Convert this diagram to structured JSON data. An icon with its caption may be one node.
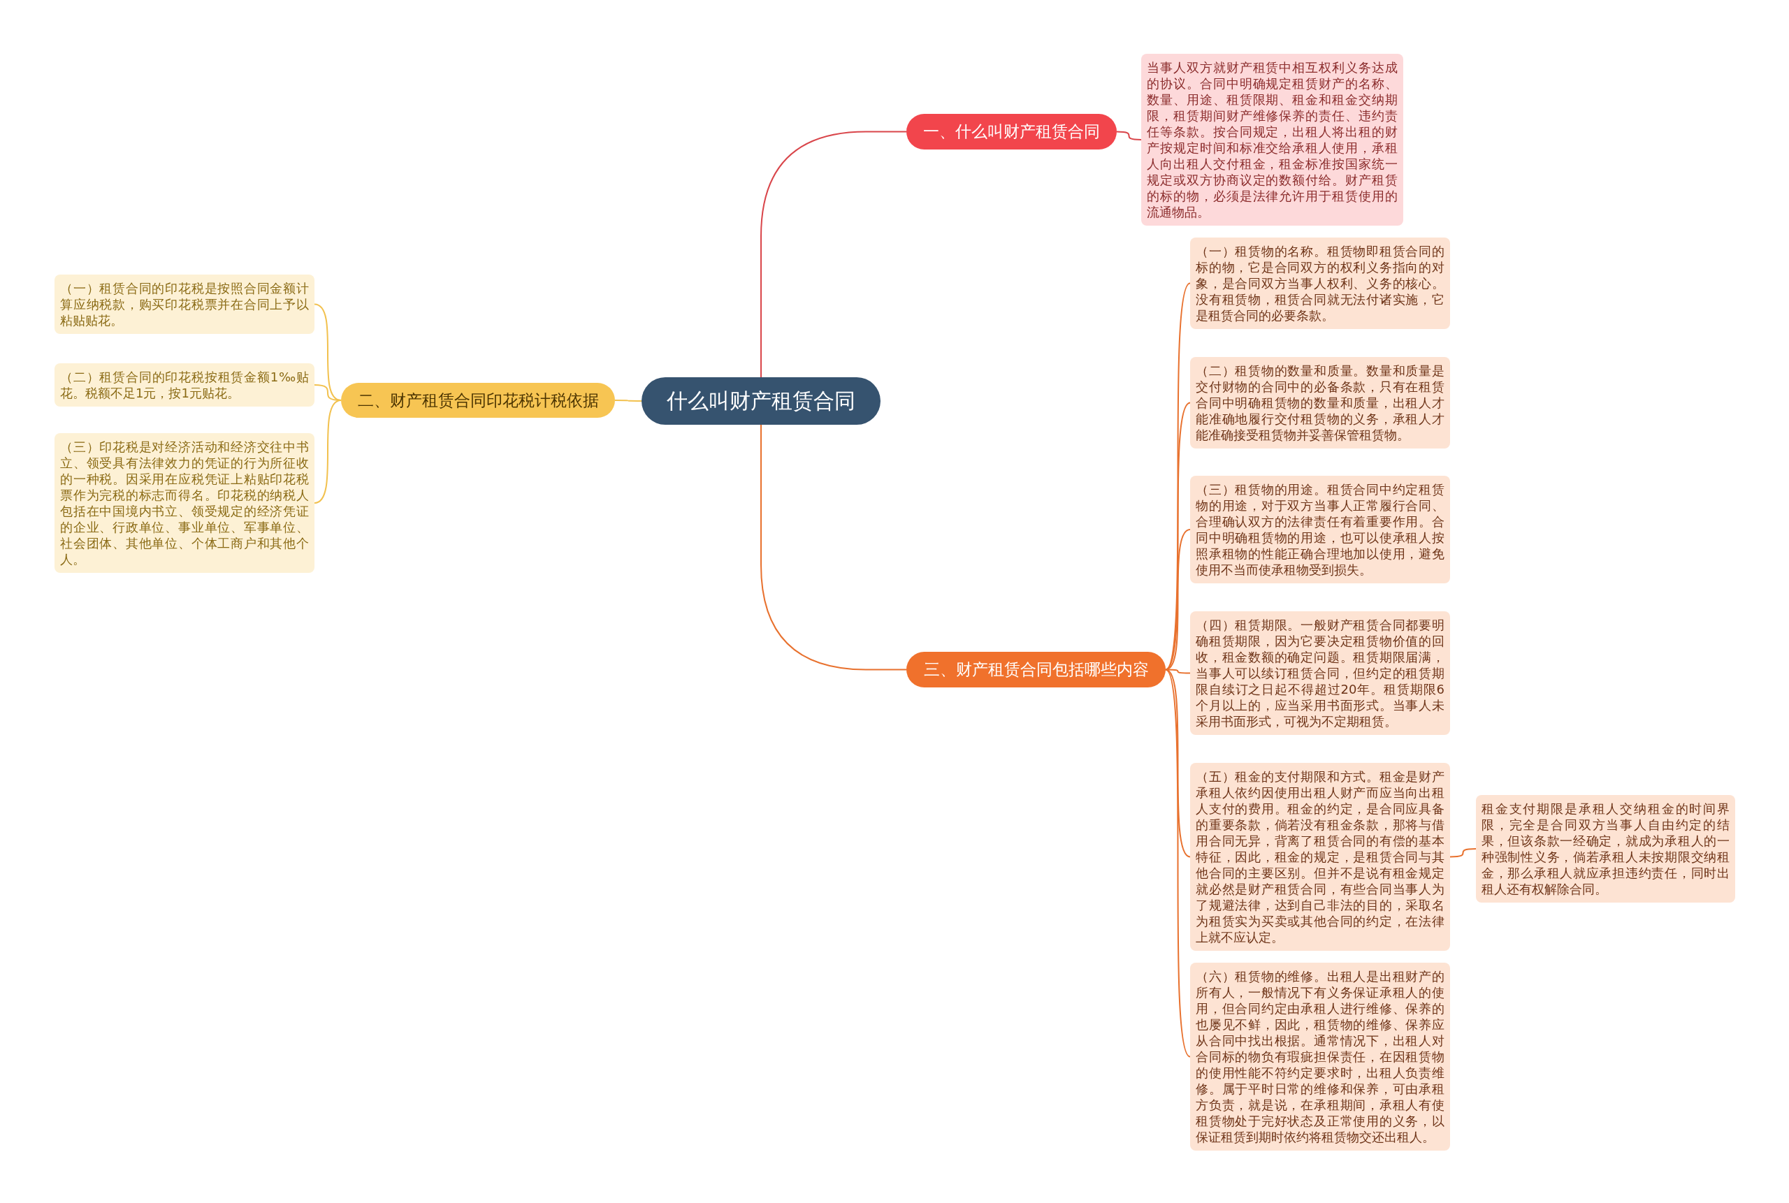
{
  "diagram": {
    "nodes": [
      {
        "text": [
          "什么叫财产租赁合同"
        ]
      },
      {
        "text": [
          "一、什么叫财产租赁合同"
        ]
      },
      {
        "text": [
          "当事人双方就财产租赁中相互权利义务达成的协议。合同中明确规定租赁财产的名称、数量、用途、租赁限期、租金和租金交纳期限，租赁期间财产维修保养的责任、违约责任等条款。按合同规定，出租人将出租的财产按规定时间和标准交给承租人使用，承租人向出租人交付租金，租金标准按国家统一规定或双方协商议定的数额付给。财产租赁的标的物，必须是法律允许用于租赁使用的流通物品。"
        ]
      },
      {
        "text": [
          "二、财产租赁合同印花税计税依据"
        ]
      },
      {
        "text": [
          "（一）租赁合同的印花税是按照合同金额计算应纳税款，购买印花税票并在合同上予以粘贴贴花。"
        ]
      },
      {
        "text": [
          "（二）租赁合同的印花税按租赁金额1‰贴花。税额不足1元，按1元贴花。"
        ]
      },
      {
        "text": [
          "（三）印花税是对经济活动和经济交往中书立、领受具有法律效力的凭证的行为所征收的一种税。因采用在应税凭证上粘贴印花税票作为完税的标志而得名。印花税的纳税人包括在中国境内书立、领受规定的经济凭证的企业、行政单位、事业单位、军事单位、社会团体、其他单位、个体工商户和其他个人。"
        ]
      },
      {
        "text": [
          "三、财产租赁合同包括哪些内容"
        ]
      },
      {
        "text": [
          "（一）租赁物的名称。租赁物即租赁合同的标的物，它是合同双方的权利义务指向的对象，是合同双方当事人权利、义务的核心。没有租赁物，租赁合同就无法付诸实施，它是租赁合同的必要条款。"
        ]
      },
      {
        "text": [
          "（二）租赁物的数量和质量。数量和质量是交付财物的合同中的必备条款，只有在租赁合同中明确租赁物的数量和质量，出租人才能准确地履行交付租赁物的义务，承租人才能准确接受租赁物并妥善保管租赁物。"
        ]
      },
      {
        "text": [
          "（三）租赁物的用途。租赁合同中约定租赁物的用途，对于双方当事人正常履行合同、合理确认双方的法律责任有着重要作用。合同中明确租赁物的用途，也可以使承租人按照承租物的性能正确合理地加以使用，避免使用不当而使承租物受到损失。"
        ]
      },
      {
        "text": [
          "（四）租赁期限。一般财产租赁合同都要明确租赁期限，因为它要决定租赁物价值的回收，租金数额的确定问题。租赁期限届满，当事人可以续订租赁合同，但约定的租赁期限自续订之日起不得超过20年。租赁期限6个月以上的，应当采用书面形式。当事人未采用书面形式，可视为不定期租赁。"
        ]
      },
      {
        "text": [
          "（五）租金的支付期限和方式。租金是财产承租人依约因使用出租人财产而应当向出租人支付的费用。租金的约定，是合同应具备的重要条款，倘若没有租金条款，那将与借用合同无异，背离了租赁合同的有偿的基本特征，因此，租金的规定，是租赁合同与其他合同的主要区别。但并不是说有租金规定就必然是财产租赁合同，有些合同当事人为了规避法律，达到自己非法的目的，采取名为租赁实为买卖或其他合同的约定，在法律上就不应认定。"
        ]
      },
      {
        "text": [
          "（六）租赁物的维修。出租人是出租财产的所有人，一般情况下有义务保证承租人的使用，但合同约定由承租人进行维修、保养的也屡见不鲜，因此，租赁物的维修、保养应从合同中找出根据。通常情况下，出租人对合同标的物负有瑕疵担保责任，在因租赁物的使用性能不符约定要求时，出租人负责维修。属于平时日常的维修和保养，可由承租方负责，就是说，在承租期间，承租人有使租赁物处于完好状态及正常使用的义务，以保证租赁到期时依约将租赁物交还出租人。"
        ]
      },
      {
        "text": [
          "租金支付期限是承租人交纳租金的时间界限，完全是合同双方当事人自由约定的结果，但该条款一经确定，就成为承租人的一种强制性义务，倘若承租人未按期限交纳租金，那么承租人就应承担违约责任，同时出租人还有权解除合同。"
        ]
      }
    ],
    "edges": [
      {
        "from": 0,
        "to": 1,
        "arrow": "none",
        "color": "#d9454a"
      },
      {
        "from": 1,
        "to": 2,
        "arrow": "none",
        "color": "#d9454a"
      },
      {
        "from": 0,
        "to": 3,
        "arrow": "none",
        "color": "#f2c14e"
      },
      {
        "from": 3,
        "to": 4,
        "arrow": "none",
        "color": "#f2c14e"
      },
      {
        "from": 3,
        "to": 5,
        "arrow": "none",
        "color": "#f2c14e"
      },
      {
        "from": 3,
        "to": 6,
        "arrow": "none",
        "color": "#f2c14e"
      },
      {
        "from": 0,
        "to": 7,
        "arrow": "none"
      },
      {
        "from": 7,
        "to": 8,
        "arrow": "none"
      },
      {
        "from": 7,
        "to": 9,
        "arrow": "none"
      },
      {
        "from": 7,
        "to": 10,
        "arrow": "none"
      },
      {
        "from": 7,
        "to": 11,
        "arrow": "none"
      },
      {
        "from": 7,
        "to": 12,
        "arrow": "none"
      },
      {
        "from": 7,
        "to": 13,
        "arrow": "none"
      },
      {
        "from": 12,
        "to": 14,
        "arrow": "none"
      }
    ]
  }
}
